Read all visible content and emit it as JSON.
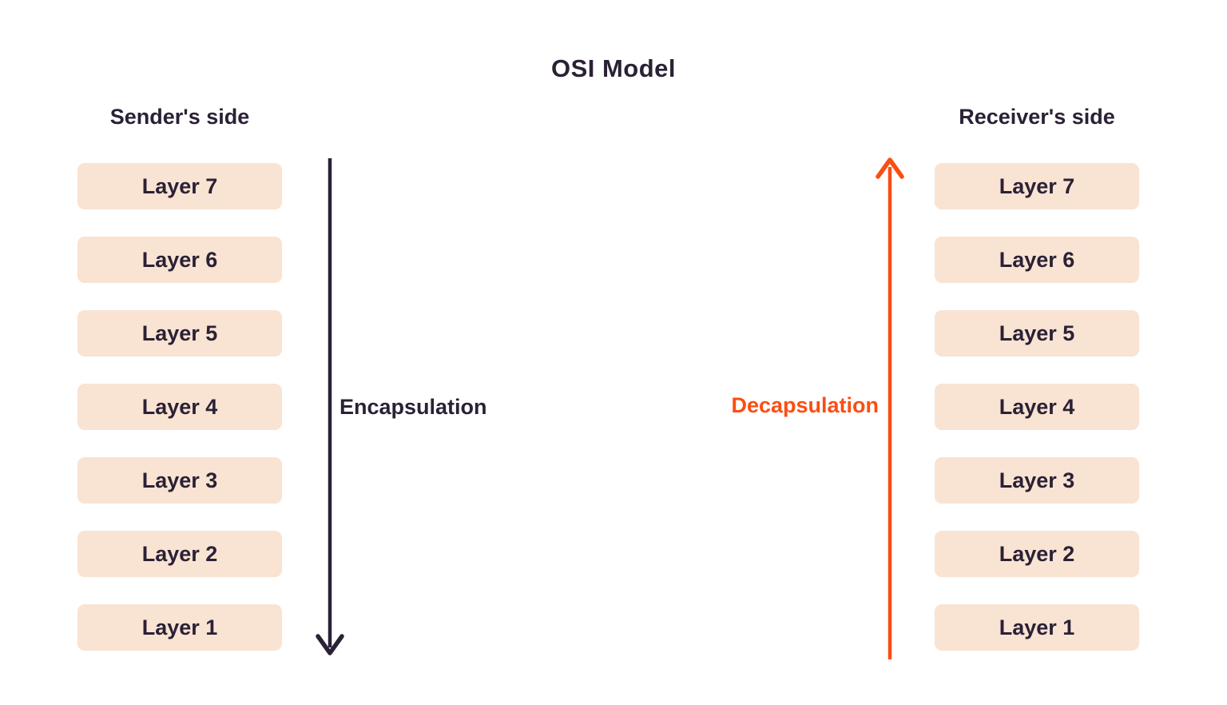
{
  "title": "OSI Model",
  "colors": {
    "background": "#ffffff",
    "box_fill": "#f9e3d3",
    "text_dark": "#2b2135",
    "accent_orange": "#fa4e12"
  },
  "sender": {
    "heading": "Sender's side",
    "layers": [
      "Layer 7",
      "Layer 6",
      "Layer 5",
      "Layer 4",
      "Layer 3",
      "Layer 2",
      "Layer 1"
    ]
  },
  "receiver": {
    "heading": "Receiver's side",
    "layers": [
      "Layer 7",
      "Layer 6",
      "Layer 5",
      "Layer 4",
      "Layer 3",
      "Layer 2",
      "Layer 1"
    ]
  },
  "arrows": {
    "encapsulation": {
      "label": "Encapsulation",
      "direction": "down",
      "color": "#2b2135"
    },
    "decapsulation": {
      "label": "Decapsulation",
      "direction": "up",
      "color": "#fa4e12"
    }
  }
}
